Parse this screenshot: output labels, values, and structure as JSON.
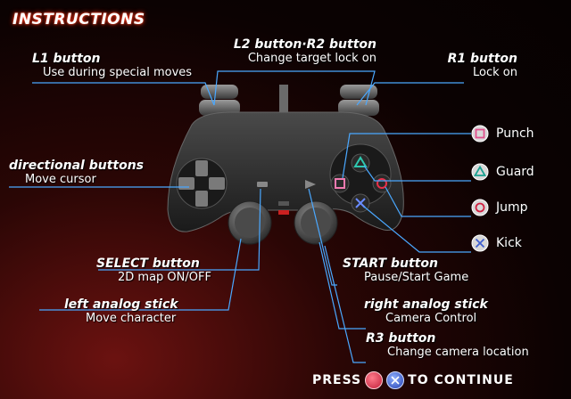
{
  "title": "INSTRUCTIONS",
  "labels": {
    "l1": {
      "head": "L1 button",
      "desc": "Use during special moves"
    },
    "l2r2": {
      "head": "L2 button·R2 button",
      "desc": "Change target lock on"
    },
    "r1": {
      "head": "R1 button",
      "desc": "Lock on"
    },
    "dir": {
      "head": "directional buttons",
      "desc": "Move cursor"
    },
    "select": {
      "head": "SELECT button",
      "desc": "2D map ON/OFF"
    },
    "left_stick": {
      "head": "left analog stick",
      "desc": "Move character"
    },
    "start": {
      "head": "START button",
      "desc": "Pause/Start Game"
    },
    "right_stick": {
      "head": "right analog stick",
      "desc": "Camera Control"
    },
    "r3": {
      "head": "R3 button",
      "desc": "Change camera location"
    }
  },
  "face_buttons": {
    "square": "Punch",
    "triangle": "Guard",
    "circle": "Jump",
    "cross": "Kick"
  },
  "footer": {
    "press": "PRESS",
    "to_continue": "TO CONTINUE"
  },
  "colors": {
    "accent_red": "#ff2a10",
    "line_blue": "#4aa8ff",
    "square_pink": "#f07ab0",
    "triangle_teal": "#2fc8b0",
    "circle_red": "#e8304a",
    "cross_blue": "#6a8cff"
  }
}
